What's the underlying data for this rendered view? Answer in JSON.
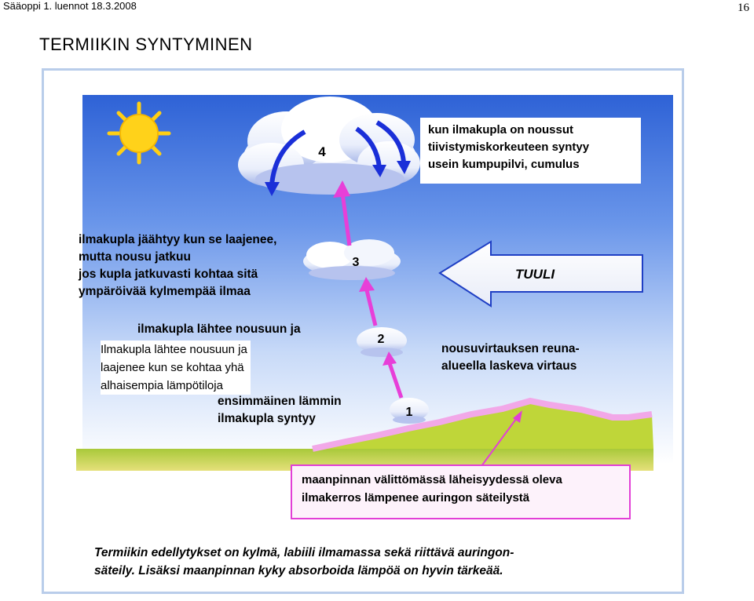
{
  "header": {
    "left": "Sääoppi 1. luennot 18.3.2008",
    "page_number": "16"
  },
  "title": "TERMIIKIN SYNTYMINEN",
  "labels": {
    "cloud_note": [
      "kun ilmakupla on noussut",
      "tiivistymiskorkeuteen syntyy",
      "usein kumpupilvi, cumulus"
    ],
    "cooling_note": [
      "ilmakupla jäähtyy kun se laajenee,",
      "mutta nousu jatkuu",
      "jos kupla jatkuvasti kohtaa sitä",
      "ympäröivää kylmempää  ilmaa"
    ],
    "wind": "TUULI",
    "rise_note_bold": [
      "ilmakupla lähtee nousuun ja"
    ],
    "rise_note_plain": [
      "Ilmakupla lähtee nousuun ja",
      "laajenee kun se kohtaa yhä",
      "alhaisempia lämpötiloja"
    ],
    "edge_note": [
      "nousuvirtauksen reuna-",
      "alueella laskeva virtaus"
    ],
    "first_bubble": [
      "ensimmäinen lämmin",
      "ilmakupla syntyy"
    ],
    "ground_note": [
      "maanpinnan välittömässä läheisyydessä oleva",
      "ilmakerros lämpenee auringon säteilystä"
    ],
    "footer": [
      "Termiikin edellytykset on kylmä, labiili ilmamassa sekä riittävä auringon-",
      "säteily. Lisäksi maanpinnan kyky absorboida lämpöä on hyvin tärkeää."
    ]
  },
  "stages": [
    "1",
    "2",
    "3",
    "4"
  ],
  "colors": {
    "sky_top": "#2f63d8",
    "sky_bottom": "#ffffff",
    "arrow": "#e73fd8",
    "descend_arrow": "#1a2fd8",
    "ground": "#bcd332",
    "sun": "#ffd21a"
  }
}
